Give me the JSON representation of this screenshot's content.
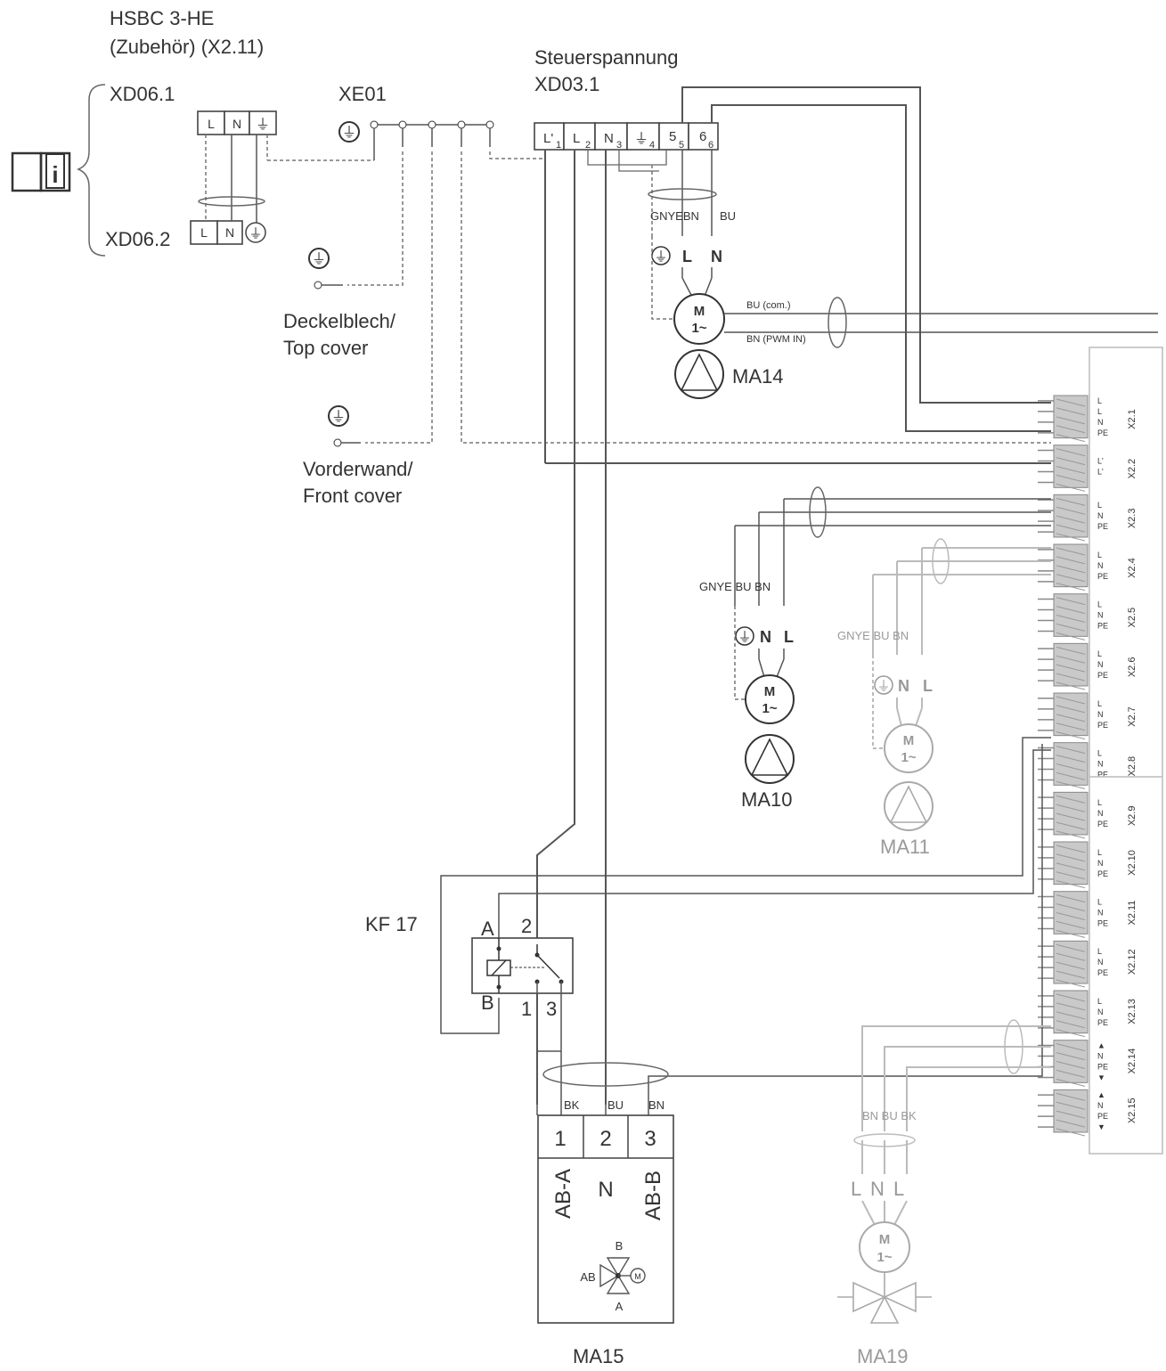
{
  "labels": {
    "hsbc_line1": "HSBC 3-HE",
    "hsbc_line2": "(Zubehör) (X2.11)",
    "xd061": "XD06.1",
    "xd062": "XD06.2",
    "xe01": "XE01",
    "steuer_line1": "Steuerspannung",
    "steuer_line2": "XD03.1",
    "deckel_line1": "Deckelblech/",
    "deckel_line2": "Top cover",
    "vorder_line1": "Vorderwand/",
    "vorder_line2": "Front cover",
    "ma14": "MA14",
    "ma10": "MA10",
    "ma11": "MA11",
    "ma15": "MA15",
    "ma19": "MA19",
    "kf17": "KF 17"
  },
  "xd06_terminals": [
    "L",
    "N",
    "⏚"
  ],
  "xd03_terminals": [
    {
      "main": "L'",
      "sub": "1"
    },
    {
      "main": "L",
      "sub": "2"
    },
    {
      "main": "N",
      "sub": "3"
    },
    {
      "main": "⏚",
      "sub": "4"
    },
    {
      "main": "5",
      "sub": "5"
    },
    {
      "main": "6",
      "sub": "6"
    }
  ],
  "ma14_wires": {
    "colors": "GNYEBN",
    "bu": "BU",
    "l": "L",
    "n": "N",
    "signal1": "BU (com.)",
    "signal2": "BN (PWM IN)"
  },
  "ma10_wires": {
    "colors": "GNYE BU BN",
    "n": "N",
    "l": "L"
  },
  "ma11_wires": {
    "colors": "GNYE BU BN",
    "n": "N",
    "l": "L"
  },
  "ma19_wires": {
    "colors": "BN BU BK",
    "l1": "L",
    "n": "N",
    "l2": "L"
  },
  "motor": {
    "m": "M",
    "phase": "1~"
  },
  "kf17_pins": {
    "a": "A",
    "b": "B",
    "p1": "1",
    "p2": "2",
    "p3": "3"
  },
  "ma15": {
    "wire_colors": [
      "BK",
      "BU",
      "BN"
    ],
    "terminals": [
      "1",
      "2",
      "3"
    ],
    "func_labels": [
      "AB-A",
      "N",
      "AB-B"
    ],
    "valve": {
      "b": "B",
      "ab": "AB",
      "a": "A",
      "m": "M"
    }
  },
  "x2_terminals": [
    {
      "id": "X2.1",
      "pins": [
        "L",
        "L",
        "N",
        "PE"
      ]
    },
    {
      "id": "X2.2",
      "pins": [
        "L'",
        "L'"
      ]
    },
    {
      "id": "X2.3",
      "pins": [
        "L",
        "N",
        "PE"
      ]
    },
    {
      "id": "X2.4",
      "pins": [
        "L",
        "N",
        "PE"
      ]
    },
    {
      "id": "X2.5",
      "pins": [
        "L",
        "N",
        "PE"
      ]
    },
    {
      "id": "X2.6",
      "pins": [
        "L",
        "N",
        "PE"
      ]
    },
    {
      "id": "X2.7",
      "pins": [
        "L",
        "N",
        "PE"
      ]
    },
    {
      "id": "X2.8",
      "pins": [
        "L",
        "N",
        "PE"
      ]
    },
    {
      "id": "X2.9",
      "pins": [
        "L",
        "N",
        "PE"
      ]
    },
    {
      "id": "X2.10",
      "pins": [
        "L",
        "N",
        "PE"
      ]
    },
    {
      "id": "X2.11",
      "pins": [
        "L",
        "N",
        "PE"
      ]
    },
    {
      "id": "X2.12",
      "pins": [
        "L",
        "N",
        "PE"
      ]
    },
    {
      "id": "X2.13",
      "pins": [
        "L",
        "N",
        "PE"
      ]
    },
    {
      "id": "X2.14",
      "pins": [
        "▲",
        "N",
        "PE",
        "▼"
      ]
    },
    {
      "id": "X2.15",
      "pins": [
        "▲",
        "N",
        "PE",
        "▼"
      ]
    }
  ]
}
